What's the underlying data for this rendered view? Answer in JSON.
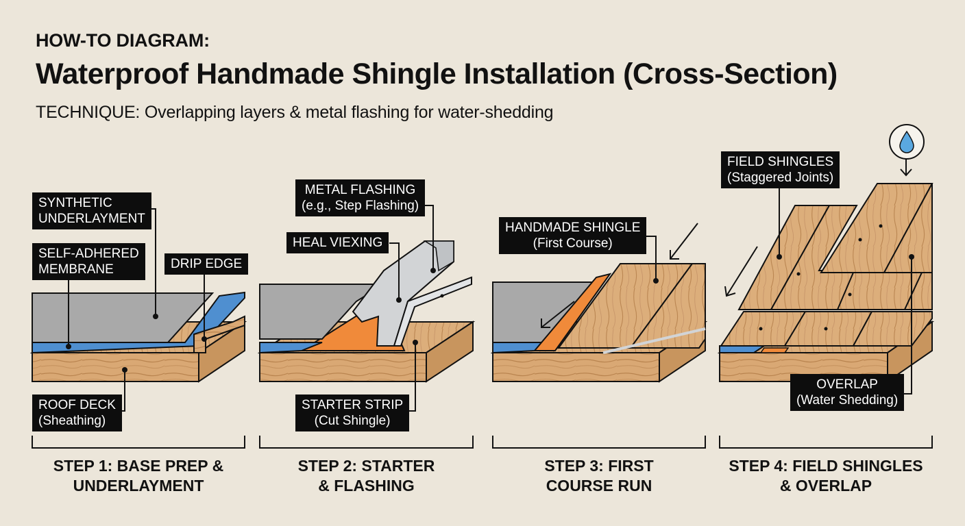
{
  "header": {
    "kicker": "HOW-TO DIAGRAM:",
    "title": "Waterproof Handmade Shingle Installation (Cross-Section)",
    "subtitle": "TECHNIQUE: Overlapping layers & metal flashing for water-shedding"
  },
  "labels": {
    "synthetic_underlayment": [
      "SYNTHETIC",
      "UNDERLAYMENT"
    ],
    "self_adhered_membrane": [
      "SELF-ADHERED",
      "MEMBRANE"
    ],
    "drip_edge": "DRIP EDGE",
    "roof_deck": [
      "ROOF DECK",
      "(Sheathing)"
    ],
    "metal_flashing": [
      "METAL FLASHING",
      "(e.g., Step Flashing)"
    ],
    "heal_viexing": "HEAL VIEXING",
    "starter_strip": [
      "STARTER STRIP",
      "(Cut Shingle)"
    ],
    "handmade_shingle": [
      "HANDMADE SHINGLE",
      "(First Course)"
    ],
    "field_shingles": [
      "FIELD SHINGLES",
      "(Staggered Joints)"
    ],
    "overlap": [
      "OVERLAP",
      "(Water Shedding)"
    ]
  },
  "steps": [
    [
      "STEP 1: BASE PREP &",
      "UNDERLAYMENT"
    ],
    [
      "STEP 2: STARTER",
      "& FLASHING"
    ],
    [
      "STEP 3: FIRST",
      "COURSE RUN"
    ],
    [
      "STEP 4: FIELD SHINGLES",
      "& OVERLAP"
    ]
  ],
  "icons": [
    "water-drop-icon"
  ],
  "colors": {
    "background": "#ece6da",
    "wood": "#d9a874",
    "membrane": "#4f8fd0",
    "underlayment": "#a6a6a6",
    "starter_strip": "#f08a3a",
    "metal": "#d2d4d6",
    "label_bg": "#0d0d0d"
  }
}
